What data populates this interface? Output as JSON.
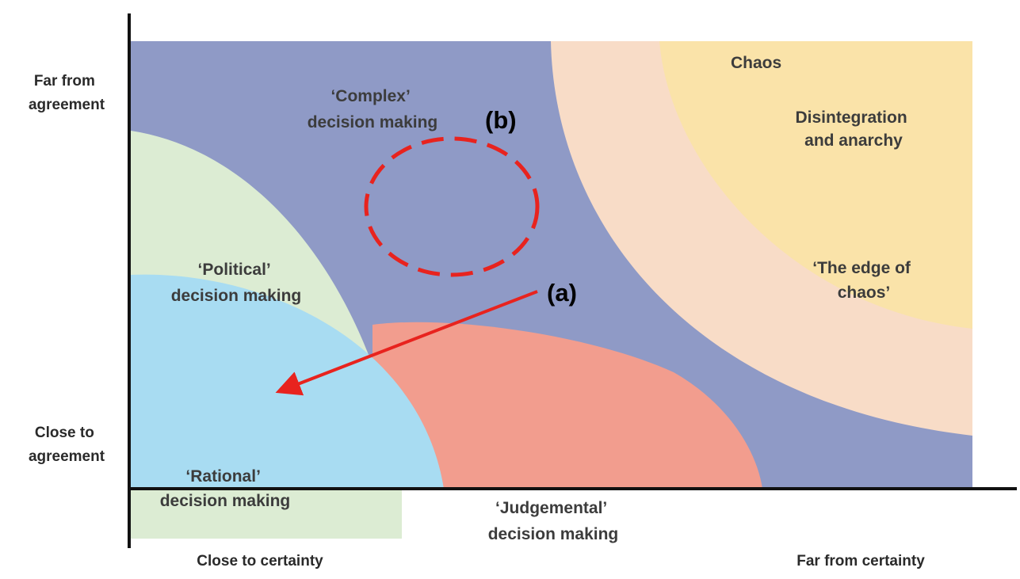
{
  "y_axis": {
    "top_label": [
      "Far from",
      "agreement"
    ],
    "bottom_label": [
      "Close to",
      "agreement"
    ]
  },
  "x_axis": {
    "left_label": "Close to certainty",
    "right_label": "Far from certainty"
  },
  "zones": {
    "complex": [
      "‘Complex’",
      "decision making"
    ],
    "political": [
      "‘Political’",
      "decision making"
    ],
    "rational": [
      "‘Rational’",
      "decision making"
    ],
    "judgemental": [
      "‘Judgemental’",
      "decision making"
    ],
    "chaos": "Chaos",
    "disintegration": [
      "Disintegration",
      "and anarchy"
    ],
    "edge_of_chaos": [
      "‘The edge of",
      "chaos’"
    ]
  },
  "annotations": {
    "marker_a": "(a)",
    "marker_b": "(b)"
  },
  "colors": {
    "complex_zone": "#8f9ac6",
    "political_zone": "#dcecd3",
    "rational_zone": "#a8dcf2",
    "judgemental_zone": "#f29d8e",
    "edge_of_chaos_zone": "#f8dcc7",
    "chaos_zone": "#fae3a9",
    "annotation": "#e8231e",
    "axis": "#111111"
  }
}
